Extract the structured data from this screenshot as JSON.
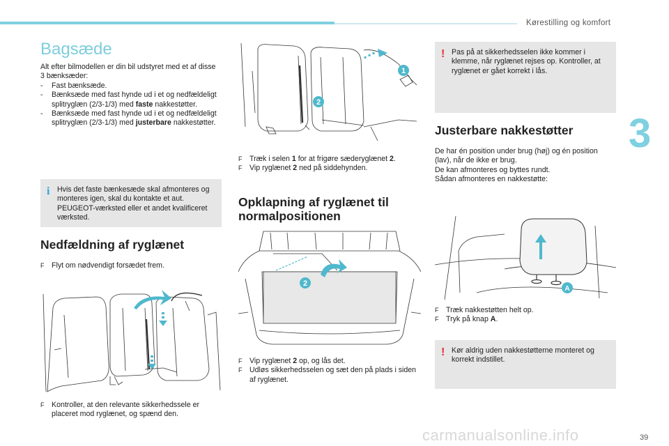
{
  "header": {
    "section_title": "Kørestilling og komfort",
    "chapter_number": "3"
  },
  "page": {
    "title": "Bagsæde",
    "number": "39",
    "watermark": "carmanualsonline.info"
  },
  "intro": {
    "lead": "Alt efter bilmodellen er din bil udstyret med et af disse 3 bænksæder:",
    "items": [
      {
        "dash": "-",
        "text": "Fast bænksæde."
      },
      {
        "dash": "-",
        "text": "Bænksæde med fast hynde ud i et og nedfældeligt splitryglæn (2/3-1/3) med ",
        "bold": "faste",
        "tail": " nakkestøtter."
      },
      {
        "dash": "-",
        "text": "Bænksæde med fast hynde ud i et og nedfældeligt splitryglæn (2/3-1/3) med ",
        "bold": "justerbare",
        "tail": " nakkestøtter."
      }
    ]
  },
  "info_box": {
    "marker": "i",
    "text": "Hvis det faste bænkesæde skal afmonteres og monteres igen, skal du kontakte et aut. PEUGEOT-værksted eller et andet kvalificeret værksted."
  },
  "fold": {
    "heading": "Nedfældning af ryglænet",
    "step1": "Flyt om nødvendigt forsædet frem.",
    "step2": "Kontroller, at den relevante sikkerhedssele er placeret mod ryglænet, og spænd den."
  },
  "release": {
    "items": [
      {
        "pre": "Træk i selen ",
        "bold": "1",
        "post": " for at frigøre sæderyglænet ",
        "bold2": "2",
        "end": "."
      },
      {
        "pre": "Vip ryglænet ",
        "bold": "2",
        "post": " ned på siddehynden.",
        "bold2": "",
        "end": ""
      }
    ]
  },
  "restore": {
    "heading_line1": "Opklapning af ryglænet til",
    "heading_line2": "normalpositionen",
    "items": [
      {
        "pre": "Vip ryglænet ",
        "bold": "2",
        "post": " op, og lås det."
      },
      {
        "pre": "Udløs sikkerhedsselen og sæt den på plads i siden af ryglænet.",
        "bold": "",
        "post": ""
      }
    ]
  },
  "warning1": {
    "marker": "!",
    "text": "Pas på at sikkerhedsselen ikke kommer i klemme, når ryglænet rejses op. Kontroller, at ryglænet er gået korrekt i lås."
  },
  "headrests": {
    "heading": "Justerbare nakkestøtter",
    "p1": "De har én position under brug (høj) og én position (lav), når de ikke er brug.",
    "p2": "De kan afmonteres og byttes rundt.",
    "p3": "Sådan afmonteres en nakkestøtte:",
    "items": [
      {
        "pre": "Træk nakkestøtten helt op.",
        "bold": "",
        "post": ""
      },
      {
        "pre": "Tryk på knap ",
        "bold": "A",
        "post": "."
      }
    ]
  },
  "warning2": {
    "marker": "!",
    "text": "Kør aldrig uden nakkestøtterne monteret og korrekt indstillet."
  },
  "bullet_glyph": "F",
  "callouts": {
    "one": "1",
    "two": "2",
    "two_b": "2",
    "a": "A"
  },
  "colors": {
    "accent": "#7fd0e0",
    "callout": "#4fb8cc",
    "warning": "#e2313f",
    "info": "#2ba8d9",
    "box_bg": "#e6e6e6"
  }
}
